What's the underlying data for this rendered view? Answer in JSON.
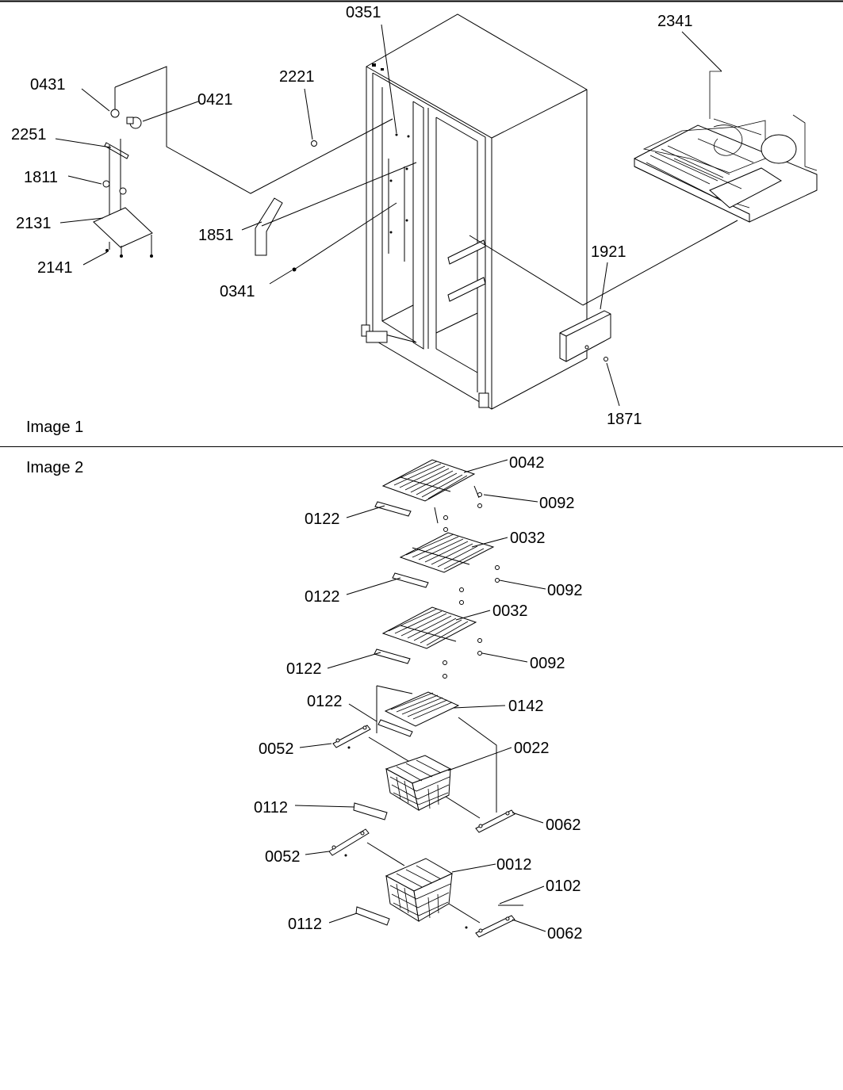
{
  "panels": [
    {
      "caption": "Image 1",
      "callouts": [
        "0351",
        "2341",
        "2221",
        "0431",
        "0421",
        "2251",
        "1811",
        "2131",
        "2141",
        "1851",
        "0341",
        "1921",
        "1871"
      ]
    },
    {
      "caption": "Image 2",
      "callouts": [
        "0042",
        "0092",
        "0122",
        "0032",
        "0092",
        "0122",
        "0032",
        "0092",
        "0122",
        "0122",
        "0142",
        "0052",
        "0022",
        "0112",
        "0062",
        "0052",
        "0012",
        "0102",
        "0112",
        "0062"
      ]
    }
  ]
}
